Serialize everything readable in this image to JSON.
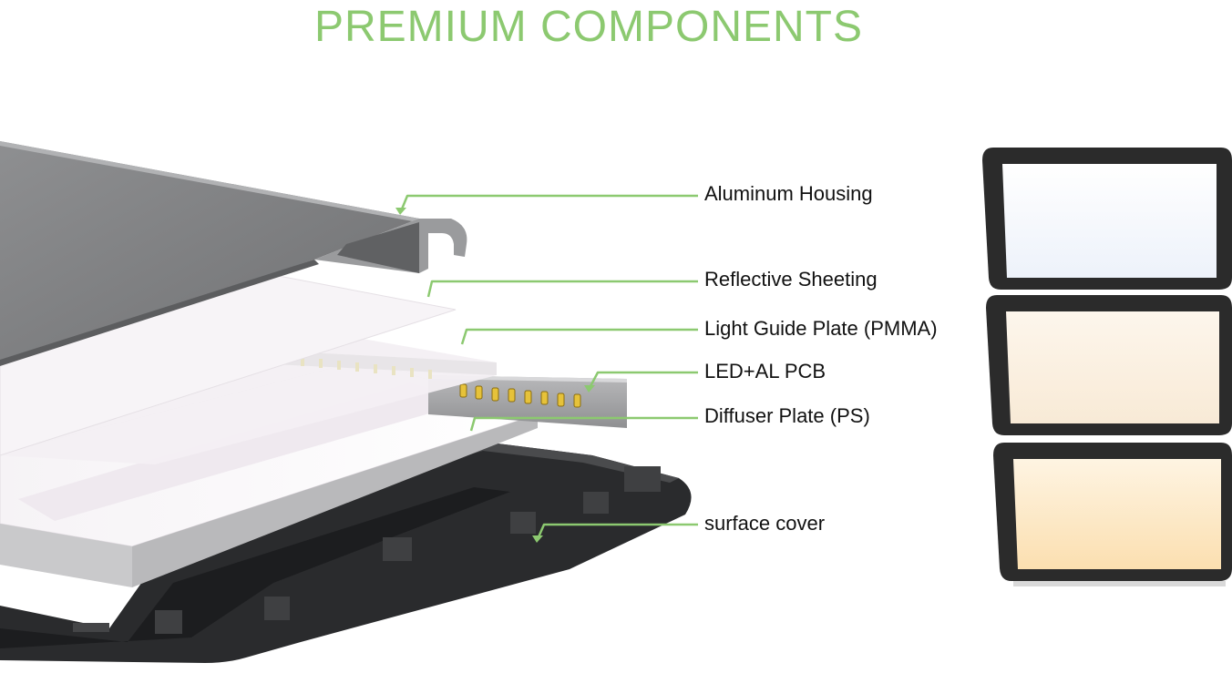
{
  "title": "PREMIUM COMPONENTS",
  "accent_color": "#8cc970",
  "components": [
    {
      "label": "Aluminum Housing"
    },
    {
      "label": "Reflective Sheeting"
    },
    {
      "label": "Light Guide Plate (PMMA)"
    },
    {
      "label": "LED+AL PCB"
    },
    {
      "label": "Diffuser Plate (PS)"
    },
    {
      "label": "surface cover"
    }
  ],
  "color_temperature_previews": [
    {
      "name": "cool-white-panel",
      "color": "#f4f7fc"
    },
    {
      "name": "neutral-white-panel",
      "color": "#fbf0e2"
    },
    {
      "name": "warm-white-panel",
      "color": "#fde9c8"
    }
  ]
}
